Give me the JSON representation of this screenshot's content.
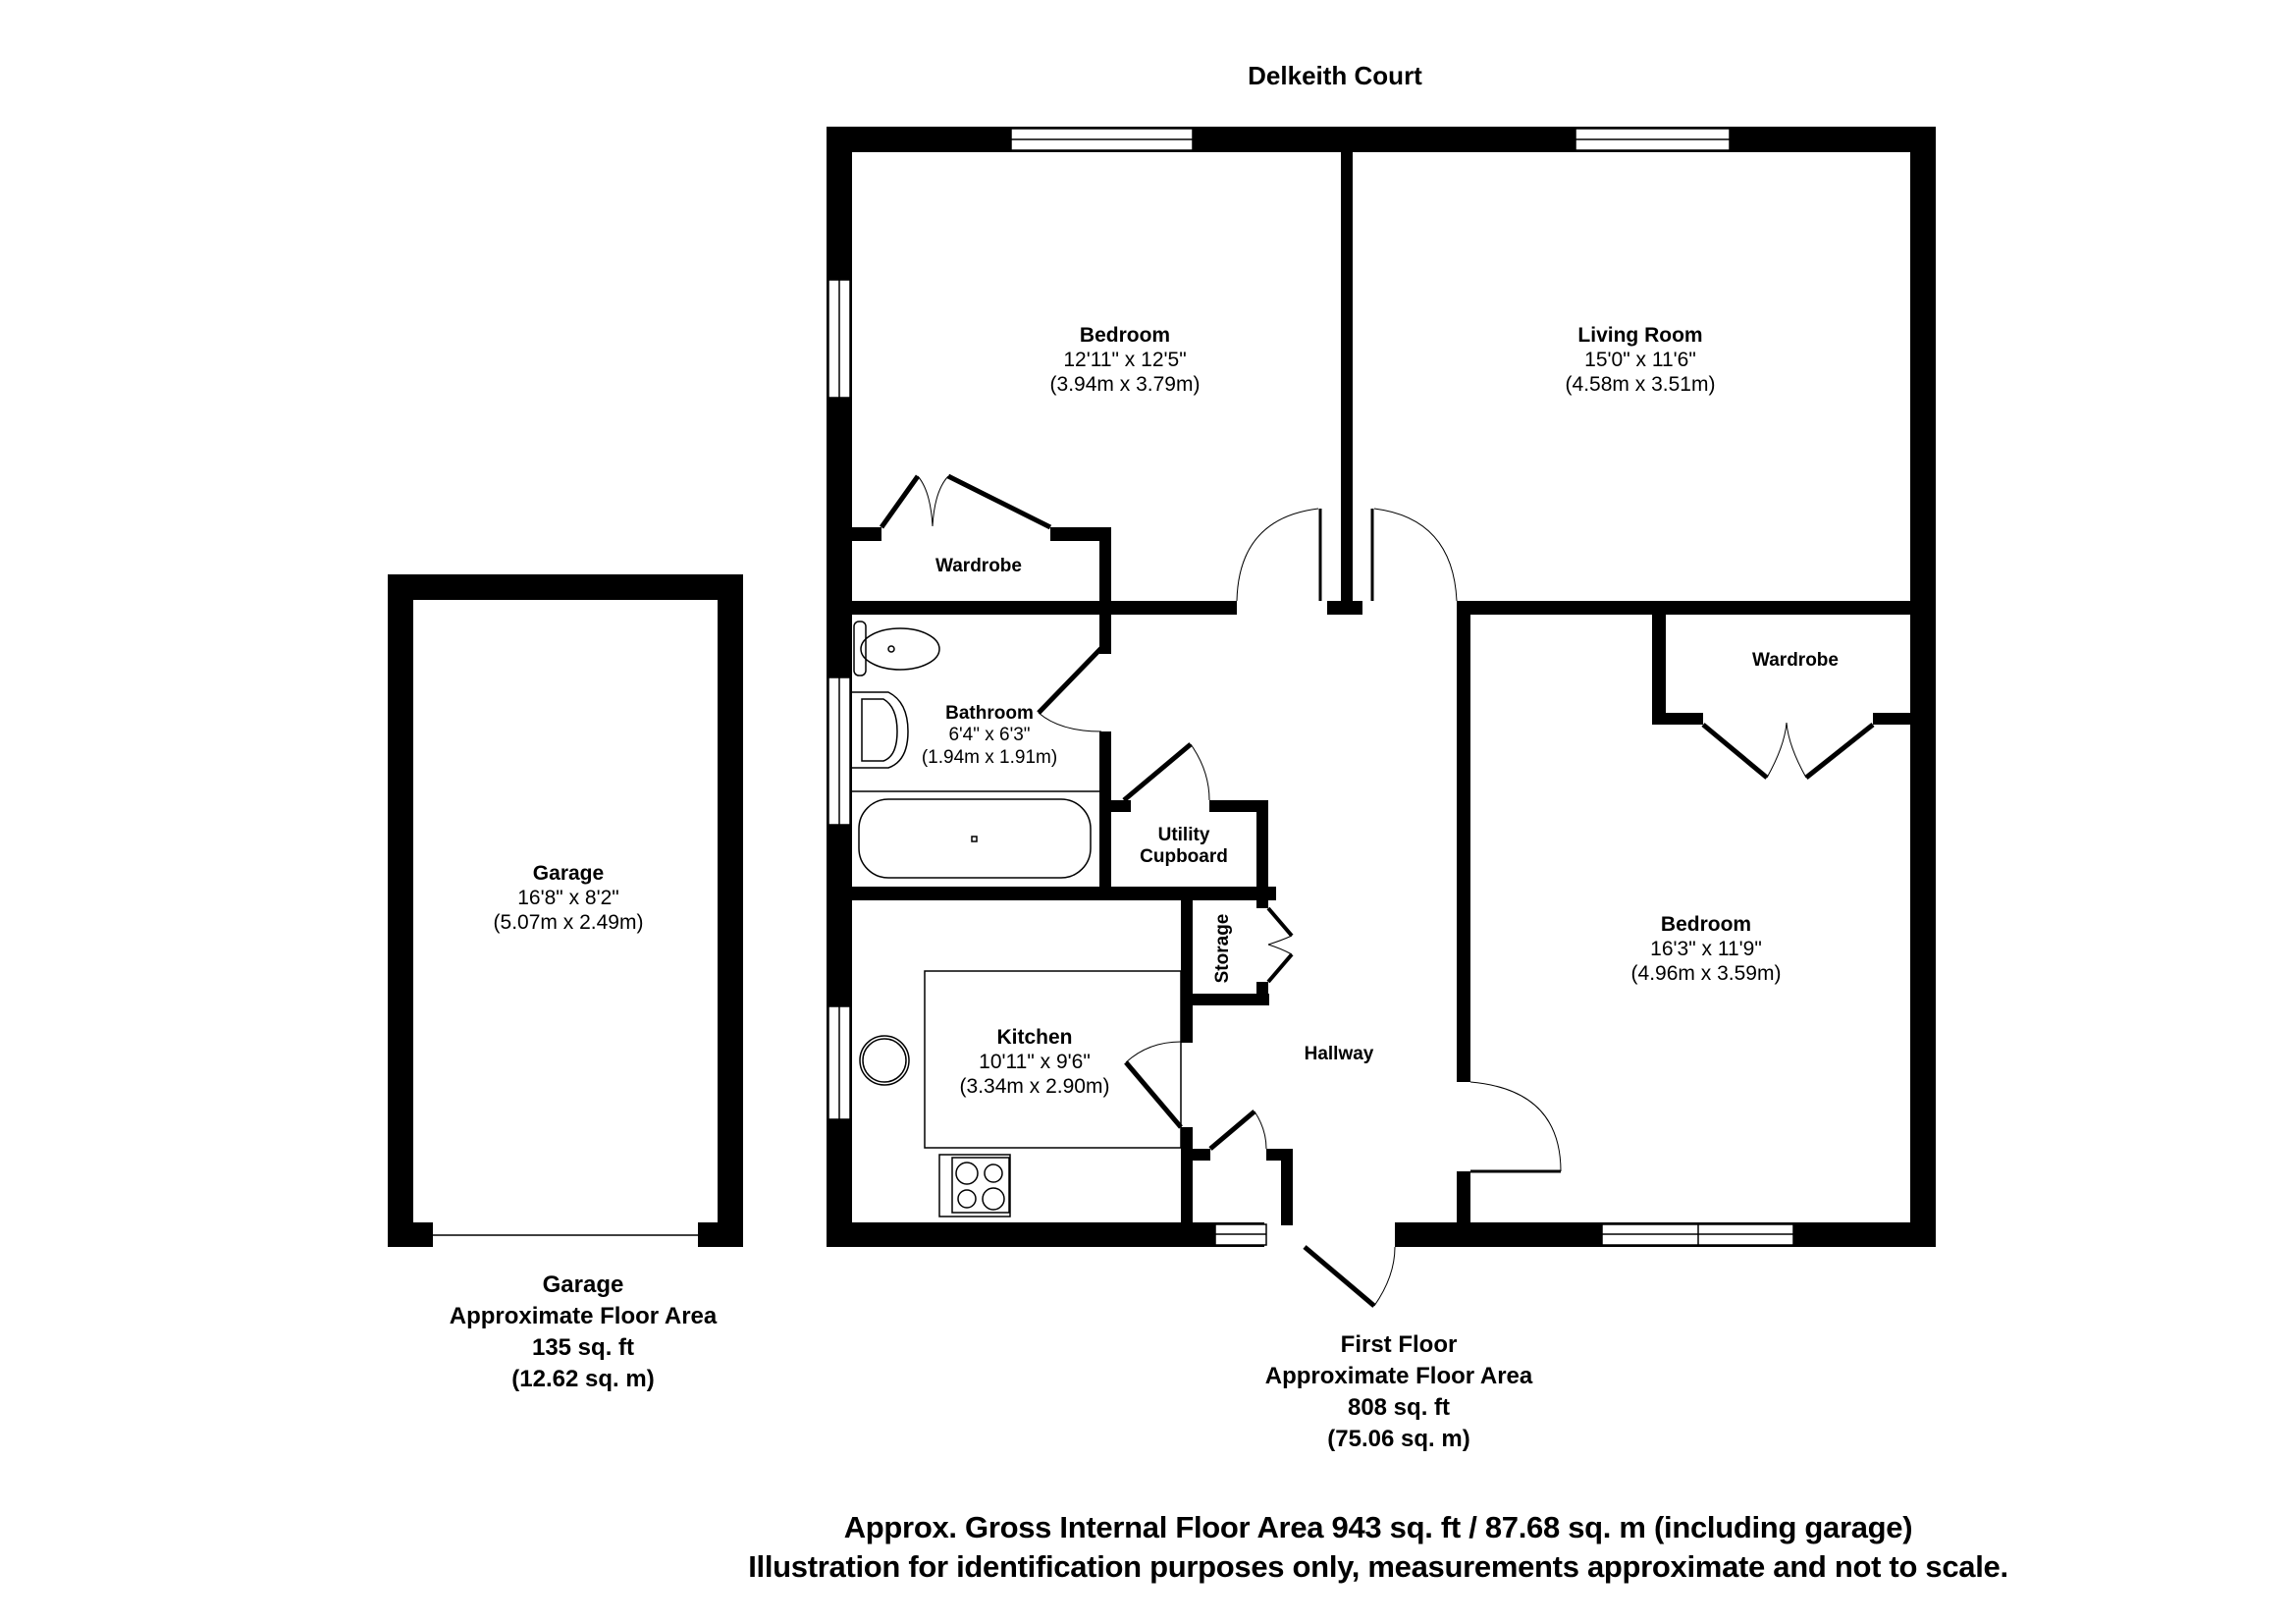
{
  "title": "Delkeith Court",
  "rooms": {
    "bedroom1": {
      "name": "Bedroom",
      "imperial": "12'11\" x 12'5\"",
      "metric": "(3.94m x 3.79m)"
    },
    "living_room": {
      "name": "Living Room",
      "imperial": "15'0\" x 11'6\"",
      "metric": "(4.58m x 3.51m)"
    },
    "wardrobe1": {
      "name": "Wardrobe"
    },
    "wardrobe2": {
      "name": "Wardrobe"
    },
    "bathroom": {
      "name": "Bathroom",
      "imperial": "6'4\" x 6'3\"",
      "metric": "(1.94m x 1.91m)"
    },
    "utility": {
      "name_line1": "Utility",
      "name_line2": "Cupboard"
    },
    "storage": {
      "name": "Storage"
    },
    "kitchen": {
      "name": "Kitchen",
      "imperial": "10'11\" x 9'6\"",
      "metric": "(3.34m x 2.90m)"
    },
    "hallway": {
      "name": "Hallway"
    },
    "bedroom2": {
      "name": "Bedroom",
      "imperial": "16'3\" x 11'9\"",
      "metric": "(4.96m x 3.59m)"
    },
    "garage": {
      "name": "Garage",
      "imperial": "16'8\" x 8'2\"",
      "metric": "(5.07m x 2.49m)"
    }
  },
  "garage_area": {
    "line1": "Garage",
    "line2": "Approximate Floor Area",
    "line3": "135 sq. ft",
    "line4": "(12.62 sq. m)"
  },
  "first_floor_area": {
    "line1": "First Floor",
    "line2": "Approximate Floor Area",
    "line3": "808 sq. ft",
    "line4": "(75.06 sq. m)"
  },
  "footer": {
    "line1": "Approx. Gross Internal Floor Area 943 sq. ft / 87.68 sq. m (including garage)",
    "line2": "Illustration for identification purposes only, measurements approximate and not to scale."
  }
}
